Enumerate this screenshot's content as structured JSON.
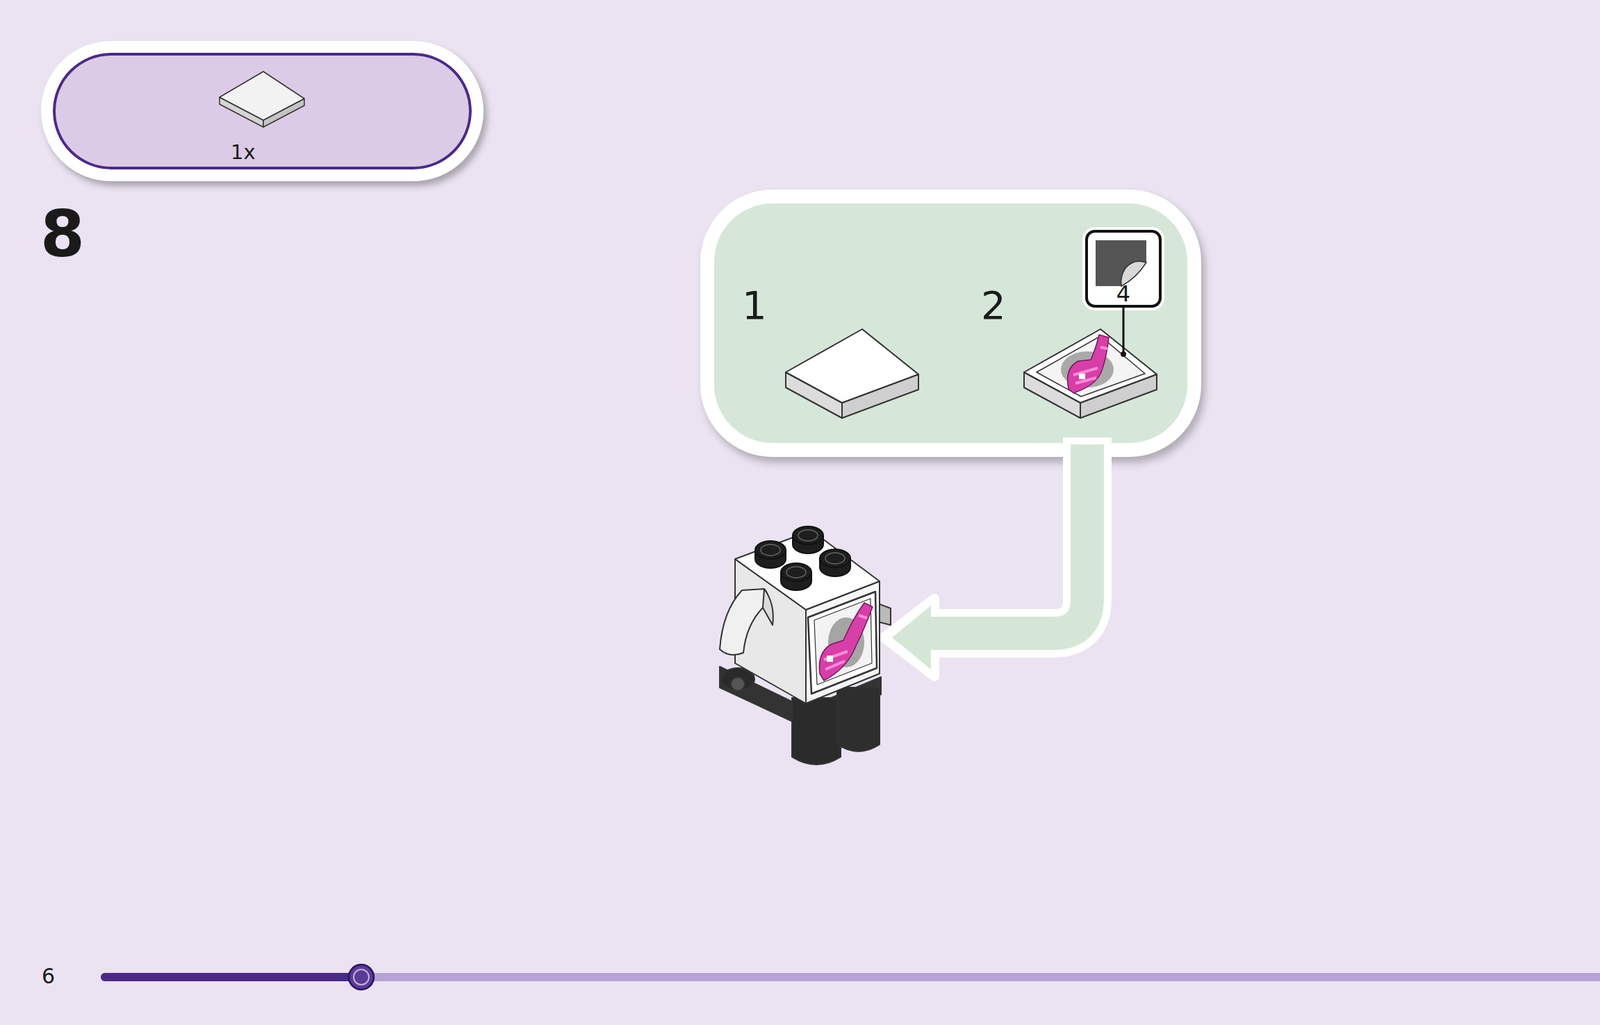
{
  "diagram": {
    "nodes": [
      {
        "text": [
          "1x"
        ]
      },
      {
        "text": [
          "1",
          "2"
        ]
      },
      {
        "text": [
          "4"
        ],
        "in": 1
      }
    ],
    "labels": [
      "8",
      "6"
    ]
  }
}
